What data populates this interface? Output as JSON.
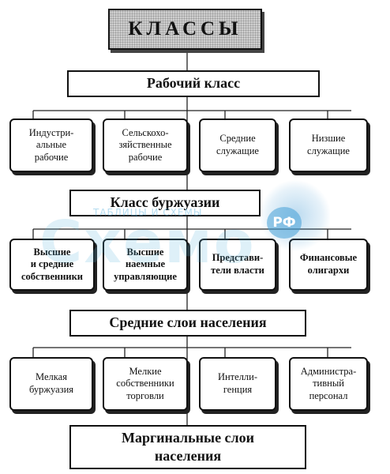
{
  "title": "КЛАССЫ",
  "sections": [
    {
      "header": "Рабочий класс",
      "items": [
        "Индустри-\nальные\nрабочие",
        "Сельскохо-\nзяйственные\nрабочие",
        "Средние\nслужащие",
        "Низшие\nслужащие"
      ]
    },
    {
      "header": "Класс буржуазии",
      "items": [
        "Высшие\nи средние\nсобственники",
        "Высшие\nнаемные\nуправляющие",
        "Представи-\nтели власти",
        "Финансовые\nолигархи"
      ]
    },
    {
      "header": "Средние слои населения",
      "items": [
        "Мелкая\nбуржуазия",
        "Мелкие\nсобственники\nторговли",
        "Интелли-\nгенция",
        "Администра-\nтивный\nперсонал"
      ]
    },
    {
      "header": "Маргинальные слои\nнаселения",
      "items": []
    }
  ],
  "watermark": {
    "text": "Схемо",
    "subtext": "ТАБЛИЦЫ И СХЕМЫ",
    "badge": "РФ"
  }
}
